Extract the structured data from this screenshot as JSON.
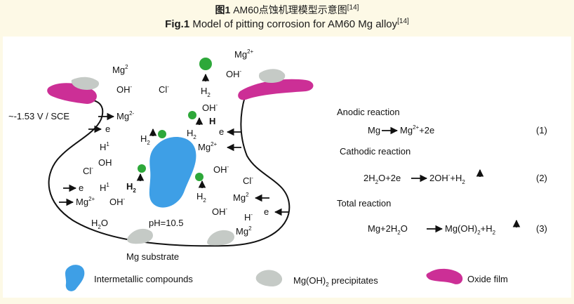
{
  "caption": {
    "cn_prefix": "图1",
    "cn_text": "AM60点蚀机理模型示意图",
    "cn_ref": "[14]",
    "en_prefix": "Fig.1",
    "en_text": "Model of pitting corrosion for AM60 Mg alloy",
    "en_ref": "[14]"
  },
  "colors": {
    "background": "#fdf9e6",
    "panel": "#ffffff",
    "intermetallic": "#3e9fe6",
    "precipitate": "#c5cac6",
    "oxide_film": "#cc2f96",
    "hydrogen_bubble": "#2ea83a",
    "pit_outline": "#111111"
  },
  "diagram": {
    "potential": "~-1.53 V / SCE",
    "ph": "pH=10.5",
    "substrate": "Mg substrate",
    "species": {
      "mg2_top_left": "Mg",
      "mg2_top_left_sup": "2",
      "oh_top_left": "OH",
      "cl_top": "Cl",
      "h2_top": "H",
      "mg2_top_right": "Mg",
      "mg2_top_right_sup": "2+",
      "oh_top_right": "OH",
      "oh_mid": "OH",
      "h_bold": "H",
      "e_right": "e",
      "mg2_left": "Mg",
      "mg2_left_sup": "2-",
      "e_left": "e",
      "h1_a": "H",
      "h1_sup": "1",
      "oh_left": "OH",
      "cl_left": "Cl",
      "h2_near": "H",
      "mg2_right": "Mg",
      "mg2_right_sup": "2+",
      "oh_right": "OH",
      "cl_right": "Cl",
      "e_low_left": "e",
      "h1_b": "H",
      "mg2_low_left": "Mg",
      "mg2_low_left_sup": "2+",
      "oh_low": "OH",
      "mg2_low_right": "Mg",
      "mg2_low_right_sup": "2",
      "oh_low_right": "OH",
      "h_minus": "H",
      "e_low_right": "e",
      "h2o": "H",
      "h2o_o": "O",
      "mg2_bottom": "Mg",
      "mg2_bottom_sup": "2",
      "h2_left_bubble": "H",
      "h2_center": "H",
      "h2_right_bubble": "H",
      "sub_2": "2"
    }
  },
  "reactions": {
    "anodic_title": "Anodic reaction",
    "anodic_left": "Mg",
    "anodic_right_a": "Mg",
    "anodic_right_sup": "2+",
    "anodic_right_b": "+2e",
    "anodic_num": "(1)",
    "cathodic_title": "Cathodic reaction",
    "cathodic_left_a": "2H",
    "cathodic_left_sub": "2",
    "cathodic_left_b": "O+2e",
    "cathodic_right_a": "2OH",
    "cathodic_right_sup": "-",
    "cathodic_right_b": "+H",
    "cathodic_right_sub": "2",
    "cathodic_num": "(2)",
    "total_title": "Total reaction",
    "total_left_a": "Mg+2H",
    "total_left_sub": "2",
    "total_left_b": "O",
    "total_right_a": "Mg(OH)",
    "total_right_sub": "2",
    "total_right_b": "+H",
    "total_right_sub2": "2",
    "total_num": "(3)"
  },
  "legend": {
    "intermetallic": "Intermetallic compounds",
    "precipitates_a": "Mg(OH)",
    "precipitates_sub": "2",
    "precipitates_b": " precipitates",
    "oxide": "Oxide film"
  }
}
